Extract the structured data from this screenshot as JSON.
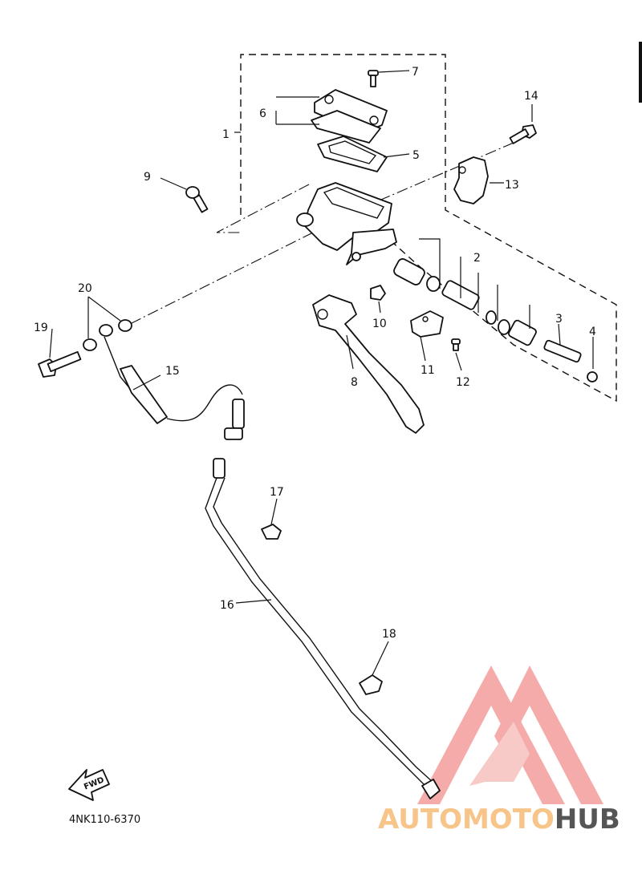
{
  "diagram": {
    "code": "4NK110-6370",
    "fwd_label": "FWD",
    "callouts": [
      {
        "id": "1",
        "label": "1"
      },
      {
        "id": "2",
        "label": "2"
      },
      {
        "id": "3",
        "label": "3"
      },
      {
        "id": "4",
        "label": "4"
      },
      {
        "id": "5",
        "label": "5"
      },
      {
        "id": "6",
        "label": "6"
      },
      {
        "id": "7",
        "label": "7"
      },
      {
        "id": "8",
        "label": "8"
      },
      {
        "id": "9",
        "label": "9"
      },
      {
        "id": "10",
        "label": "10"
      },
      {
        "id": "11",
        "label": "11"
      },
      {
        "id": "12",
        "label": "12"
      },
      {
        "id": "13",
        "label": "13"
      },
      {
        "id": "14",
        "label": "14"
      },
      {
        "id": "15",
        "label": "15"
      },
      {
        "id": "16",
        "label": "16"
      },
      {
        "id": "17",
        "label": "17"
      },
      {
        "id": "18",
        "label": "18"
      },
      {
        "id": "19",
        "label": "19"
      },
      {
        "id": "20",
        "label": "20"
      }
    ]
  },
  "watermark": {
    "part1": "AUTOMOTO",
    "part2": "HUB",
    "color_primary": "#f4a3a0",
    "color_secondary": "#f7c48a",
    "color_dark": "#555555"
  }
}
